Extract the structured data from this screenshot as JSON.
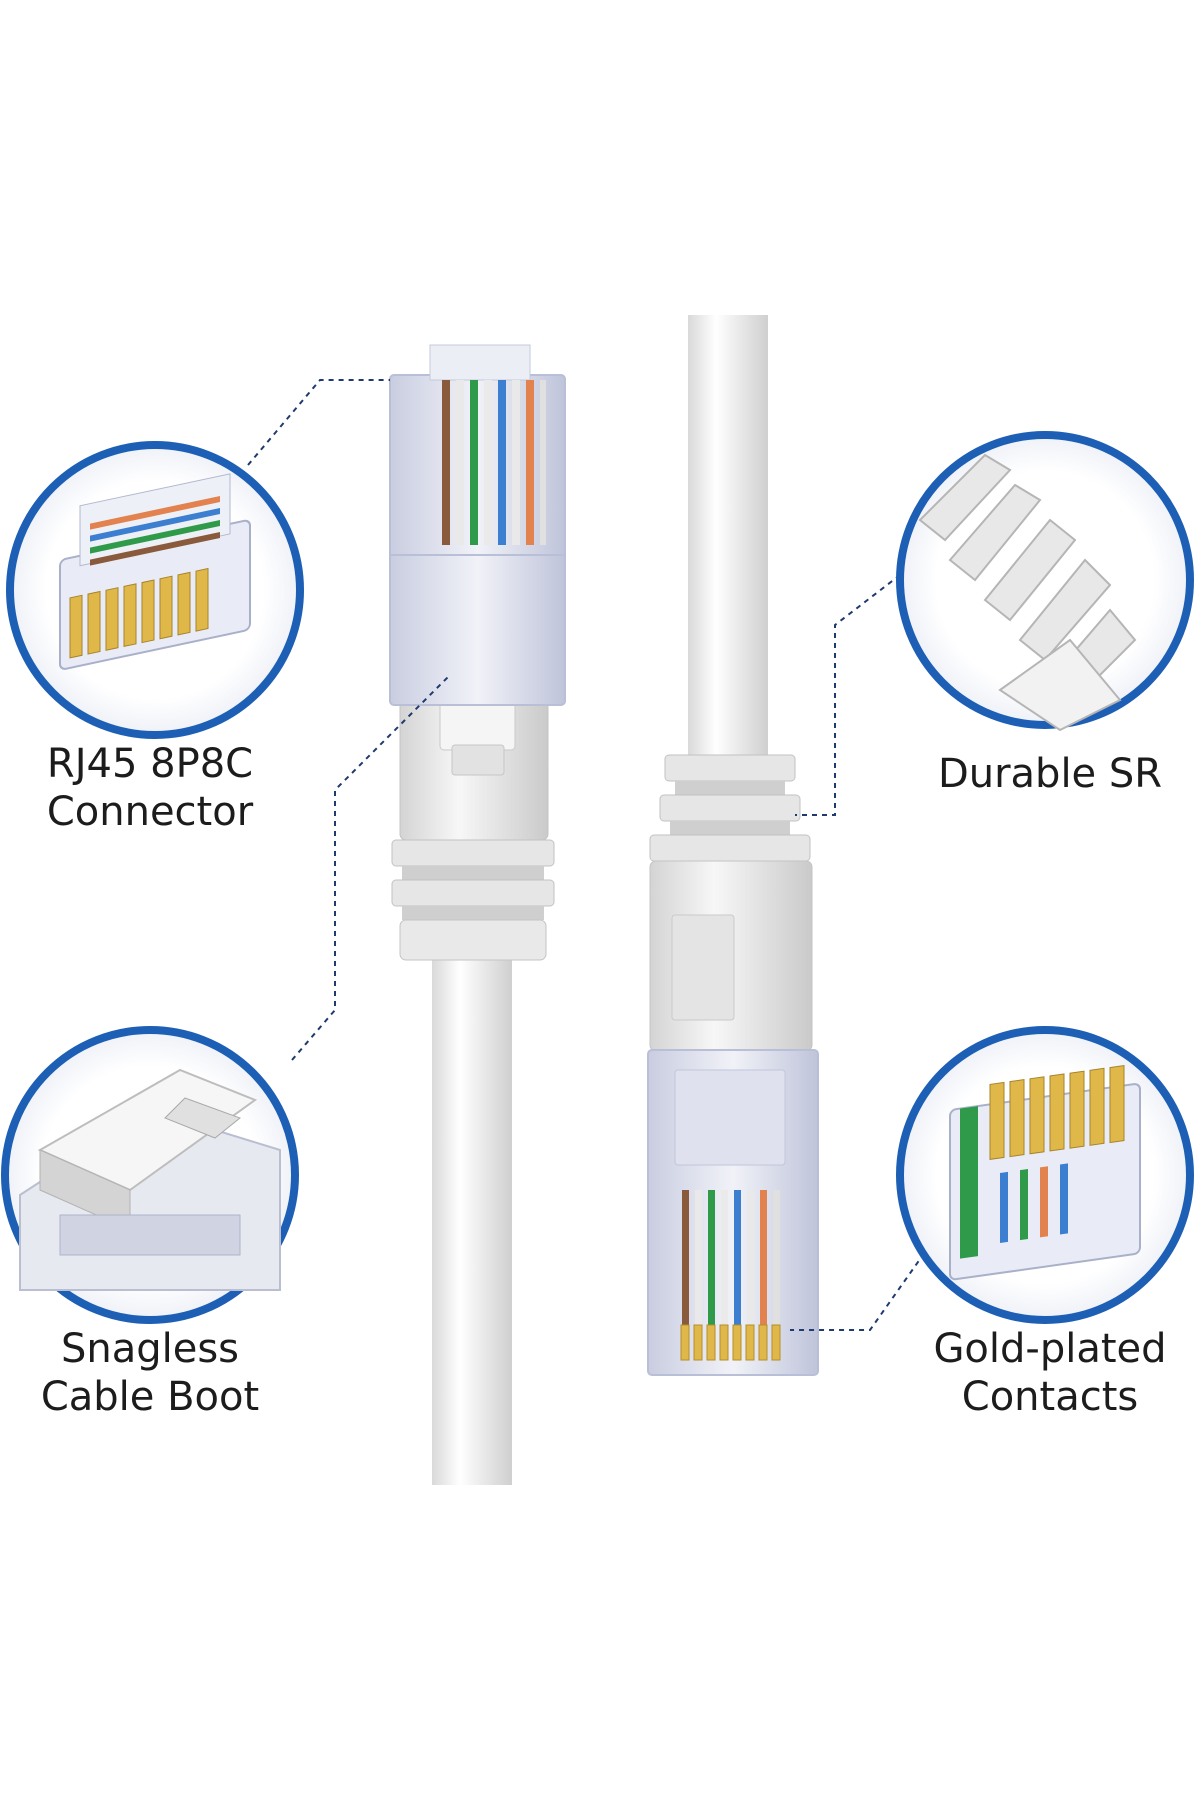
{
  "labels": {
    "rj45": {
      "line1": "RJ45 8P8C",
      "line2": "Connector"
    },
    "snagless": {
      "line1": "Snagless",
      "line2": "Cable Boot"
    },
    "durable": {
      "line1": "Durable SR"
    },
    "gold": {
      "line1": "Gold-plated",
      "line2": "Contacts"
    }
  },
  "colors": {
    "ring": "#1d5fb4",
    "leader": "#1f3a6e",
    "cable": "#f2f2f2",
    "cable_shade": "#d8d8d8",
    "connector_clear": "#e9ecf6",
    "connector_edge": "#b8bfd6",
    "gold": "#e0b84a"
  },
  "icons": [
    "rj45-connector-closeup",
    "snagless-boot-closeup",
    "strain-relief-closeup",
    "gold-contacts-closeup"
  ]
}
